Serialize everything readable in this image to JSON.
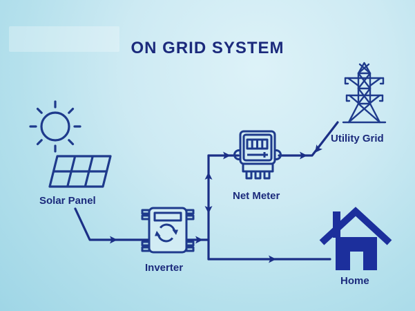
{
  "title": "ON GRID SYSTEM",
  "nodes": [
    {
      "id": "solar-panel",
      "label": "Solar Panel"
    },
    {
      "id": "inverter",
      "label": "Inverter"
    },
    {
      "id": "net-meter",
      "label": "Net Meter"
    },
    {
      "id": "utility-grid",
      "label": "Utility Grid"
    },
    {
      "id": "home",
      "label": "Home"
    }
  ],
  "edges": [
    {
      "from": "solar-panel",
      "to": "inverter",
      "direction": "one-way"
    },
    {
      "from": "inverter",
      "to": "junction",
      "direction": "one-way"
    },
    {
      "from": "junction",
      "to": "net-meter",
      "direction": "two-way"
    },
    {
      "from": "net-meter",
      "to": "utility-grid",
      "direction": "two-way"
    },
    {
      "from": "junction",
      "to": "home",
      "direction": "one-way"
    }
  ],
  "icons": [
    "sun-icon",
    "solar-panel-icon",
    "inverter-icon",
    "net-meter-icon",
    "utility-grid-tower-icon",
    "home-icon"
  ],
  "colors": {
    "background_center": "#ddf2f8",
    "background_edge": "#9fd6e6",
    "outline_blue": "#1e3a8c",
    "line_blue": "#1b2f86",
    "fill_navy": "#1c2f9c",
    "text_navy": "#1b2a7c"
  }
}
